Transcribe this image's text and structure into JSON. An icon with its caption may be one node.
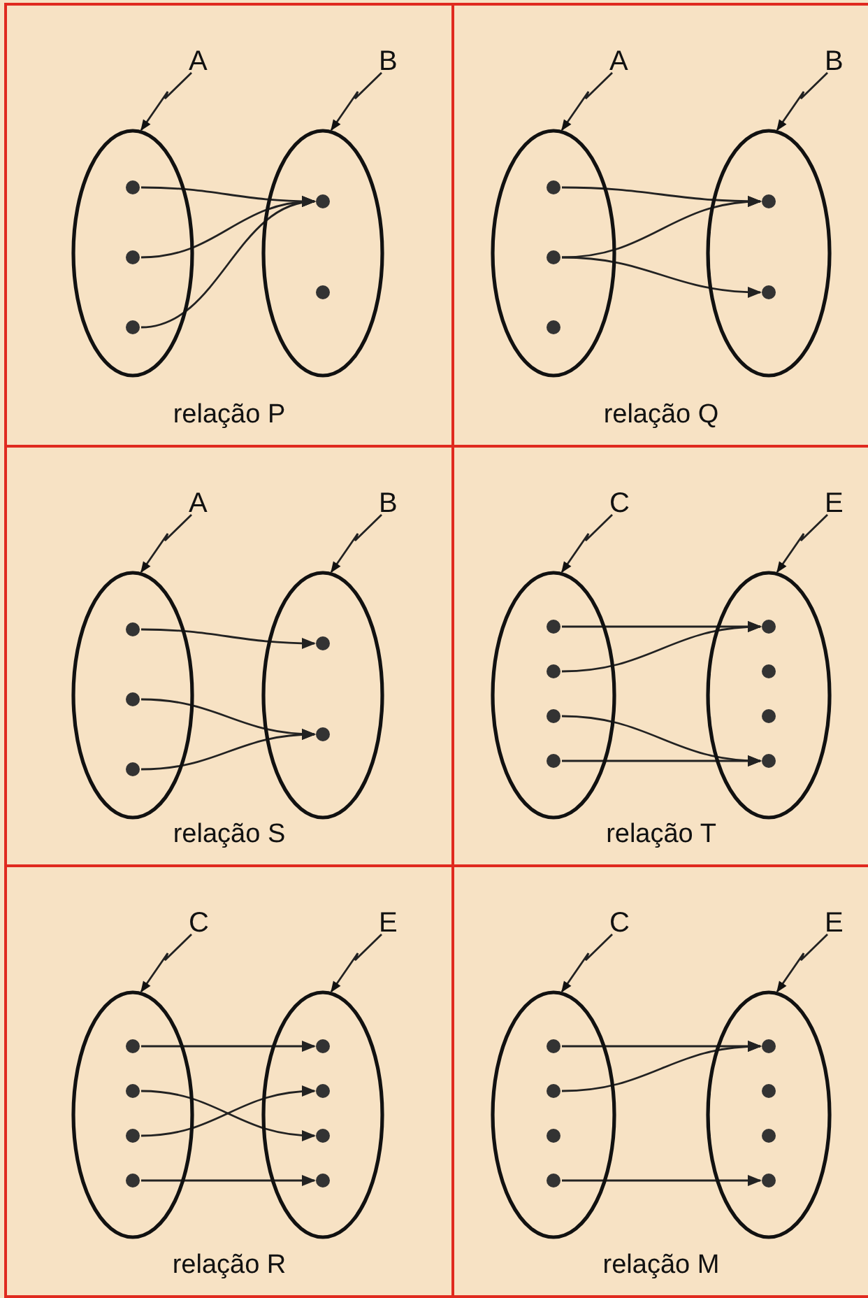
{
  "diagram": {
    "nodes": [
      {
        "text": [
          "relação P"
        ]
      },
      {
        "text": [],
        "shape": "ellipse",
        "in": 0
      },
      {
        "text": [],
        "shape": "circle",
        "in": 1
      },
      {
        "text": [],
        "shape": "circle",
        "in": 1
      },
      {
        "text": [],
        "shape": "circle",
        "in": 1
      },
      {
        "text": [],
        "shape": "ellipse",
        "in": 0
      },
      {
        "text": [],
        "shape": "circle",
        "in": 5
      },
      {
        "text": [],
        "shape": "circle",
        "in": 5
      },
      {
        "text": [
          "relação Q"
        ]
      },
      {
        "text": [],
        "shape": "ellipse",
        "in": 8
      },
      {
        "text": [],
        "shape": "circle",
        "in": 9
      },
      {
        "text": [],
        "shape": "circle",
        "in": 9
      },
      {
        "text": [],
        "shape": "circle",
        "in": 9
      },
      {
        "text": [],
        "shape": "ellipse",
        "in": 8
      },
      {
        "text": [],
        "shape": "circle",
        "in": 13
      },
      {
        "text": [],
        "shape": "circle",
        "in": 13
      },
      {
        "text": [
          "relação S"
        ]
      },
      {
        "text": [],
        "shape": "ellipse",
        "in": 16
      },
      {
        "text": [],
        "shape": "circle",
        "in": 17
      },
      {
        "text": [],
        "shape": "circle",
        "in": 17
      },
      {
        "text": [],
        "shape": "circle",
        "in": 17
      },
      {
        "text": [],
        "shape": "ellipse",
        "in": 16
      },
      {
        "text": [],
        "shape": "circle",
        "in": 21
      },
      {
        "text": [],
        "shape": "circle",
        "in": 21
      },
      {
        "text": [
          "relação T"
        ]
      },
      {
        "text": [],
        "shape": "ellipse",
        "in": 24
      },
      {
        "text": [],
        "shape": "circle",
        "in": 25
      },
      {
        "text": [],
        "shape": "circle",
        "in": 25
      },
      {
        "text": [],
        "shape": "circle",
        "in": 25
      },
      {
        "text": [],
        "shape": "circle",
        "in": 25
      },
      {
        "text": [],
        "shape": "ellipse",
        "in": 24
      },
      {
        "text": [],
        "shape": "circle",
        "in": 30
      },
      {
        "text": [],
        "shape": "circle",
        "in": 30
      },
      {
        "text": [],
        "shape": "circle",
        "in": 30
      },
      {
        "text": [],
        "shape": "circle",
        "in": 30
      },
      {
        "text": [
          "relação R"
        ]
      },
      {
        "text": [],
        "shape": "ellipse",
        "in": 35
      },
      {
        "text": [],
        "shape": "circle",
        "in": 36
      },
      {
        "text": [],
        "shape": "circle",
        "in": 36
      },
      {
        "text": [],
        "shape": "circle",
        "in": 36
      },
      {
        "text": [],
        "shape": "circle",
        "in": 36
      },
      {
        "text": [],
        "shape": "ellipse",
        "in": 35
      },
      {
        "text": [],
        "shape": "circle",
        "in": 41
      },
      {
        "text": [],
        "shape": "circle",
        "in": 41
      },
      {
        "text": [],
        "shape": "circle",
        "in": 41
      },
      {
        "text": [],
        "shape": "circle",
        "in": 41
      },
      {
        "text": [
          "relação M"
        ]
      },
      {
        "text": [],
        "shape": "ellipse",
        "in": 46
      },
      {
        "text": [],
        "shape": "circle",
        "in": 47
      },
      {
        "text": [],
        "shape": "circle",
        "in": 47
      },
      {
        "text": [],
        "shape": "circle",
        "in": 47
      },
      {
        "text": [],
        "shape": "circle",
        "in": 47
      },
      {
        "text": [],
        "shape": "ellipse",
        "in": 46
      },
      {
        "text": [],
        "shape": "circle",
        "in": 52
      },
      {
        "text": [],
        "shape": "circle",
        "in": 52
      },
      {
        "text": [],
        "shape": "circle",
        "in": 52
      },
      {
        "text": [],
        "shape": "circle",
        "in": 52
      },
      {
        "text": [
          "A"
        ],
        "in": 0
      },
      {
        "text": [
          "B"
        ],
        "in": 0
      },
      {
        "text": [
          "A"
        ],
        "in": 8
      },
      {
        "text": [
          "B"
        ],
        "in": 8
      },
      {
        "text": [
          "A"
        ],
        "in": 16
      },
      {
        "text": [
          "B"
        ],
        "in": 16
      },
      {
        "text": [
          "C"
        ],
        "in": 24
      },
      {
        "text": [
          "E"
        ],
        "in": 24
      },
      {
        "text": [
          "C"
        ],
        "in": 35
      },
      {
        "text": [
          "E"
        ],
        "in": 35
      },
      {
        "text": [
          "C"
        ],
        "in": 46
      },
      {
        "text": [
          "E"
        ],
        "in": 46
      }
    ],
    "edges": [
      {
        "from": 57,
        "to": 1,
        "arrow": "to"
      },
      {
        "from": 58,
        "to": 5,
        "arrow": "to"
      },
      {
        "from": 2,
        "to": 6,
        "arrow": "to"
      },
      {
        "from": 3,
        "to": 6,
        "arrow": "to"
      },
      {
        "from": 4,
        "to": 6,
        "arrow": "to"
      },
      {
        "from": 59,
        "to": 9,
        "arrow": "to"
      },
      {
        "from": 60,
        "to": 13,
        "arrow": "to"
      },
      {
        "from": 10,
        "to": 14,
        "arrow": "to"
      },
      {
        "from": 11,
        "to": 14,
        "arrow": "to"
      },
      {
        "from": 11,
        "to": 15,
        "arrow": "to"
      },
      {
        "from": 61,
        "to": 17,
        "arrow": "to"
      },
      {
        "from": 62,
        "to": 21,
        "arrow": "to"
      },
      {
        "from": 18,
        "to": 22,
        "arrow": "to"
      },
      {
        "from": 19,
        "to": 23,
        "arrow": "to"
      },
      {
        "from": 20,
        "to": 23,
        "arrow": "to"
      },
      {
        "from": 63,
        "to": 25,
        "arrow": "to"
      },
      {
        "from": 64,
        "to": 30,
        "arrow": "to"
      },
      {
        "from": 26,
        "to": 31,
        "arrow": "to"
      },
      {
        "from": 27,
        "to": 31,
        "arrow": "to"
      },
      {
        "from": 28,
        "to": 34,
        "arrow": "to"
      },
      {
        "from": 29,
        "to": 34,
        "arrow": "to"
      },
      {
        "from": 65,
        "to": 36,
        "arrow": "to"
      },
      {
        "from": 66,
        "to": 41,
        "arrow": "to"
      },
      {
        "from": 37,
        "to": 42,
        "arrow": "to"
      },
      {
        "from": 38,
        "to": 44,
        "arrow": "to"
      },
      {
        "from": 39,
        "to": 43,
        "arrow": "to"
      },
      {
        "from": 40,
        "to": 45,
        "arrow": "to"
      },
      {
        "from": 67,
        "to": 47,
        "arrow": "to"
      },
      {
        "from": 68,
        "to": 52,
        "arrow": "to"
      },
      {
        "from": 48,
        "to": 53,
        "arrow": "to"
      },
      {
        "from": 49,
        "to": 53,
        "arrow": "to"
      },
      {
        "from": 51,
        "to": 56,
        "arrow": "to"
      }
    ]
  }
}
